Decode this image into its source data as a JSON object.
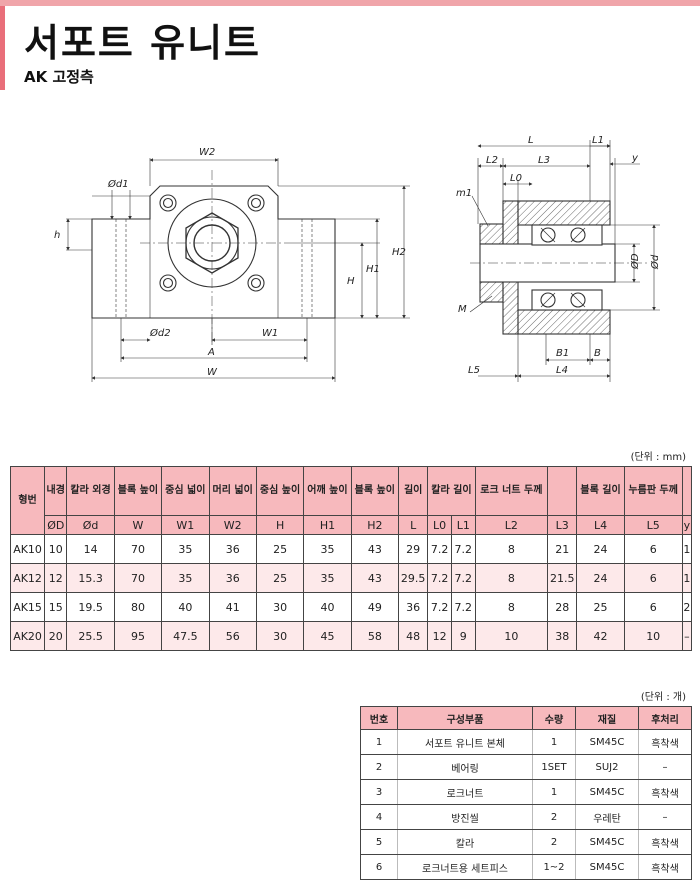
{
  "header": {
    "title": "서포트 유니트",
    "subtitle": "AK 고정측"
  },
  "drawing_labels": {
    "front": {
      "W2": "W2",
      "d1": "Ød1",
      "h": "h",
      "H": "H",
      "H1": "H1",
      "H2": "H2",
      "d2": "Ød2",
      "W1": "W1",
      "A": "A",
      "W": "W"
    },
    "side": {
      "L": "L",
      "L1": "L1",
      "L2": "L2",
      "L3": "L3",
      "y": "y",
      "L0": "L0",
      "m1": "m1",
      "D": "ØD",
      "d": "Ød",
      "M": "M",
      "B1": "B1",
      "B": "B",
      "L5": "L5",
      "L4": "L4"
    }
  },
  "spec_table": {
    "unit": "(단위 : mm)",
    "header_labels": [
      "형번",
      "내경",
      "칼라 외경",
      "블록 높이",
      "중심 넓이",
      "머리 넓이",
      "중심 높이",
      "어깨 높이",
      "블록 높이",
      "길이",
      "칼라 길이",
      "로크 너트 두께",
      "",
      "블록 길이",
      "누름판 두께",
      ""
    ],
    "header_symbols": [
      "ØD",
      "Ød",
      "W",
      "W1",
      "W2",
      "H",
      "H1",
      "H2",
      "L",
      "L0",
      "L1",
      "L2",
      "L3",
      "L4",
      "L5",
      "y"
    ],
    "rows": [
      [
        "AK10",
        "10",
        "14",
        "70",
        "35",
        "36",
        "25",
        "35",
        "43",
        "29",
        "7.2",
        "7.2",
        "8",
        "21",
        "24",
        "6",
        "1"
      ],
      [
        "AK12",
        "12",
        "15.3",
        "70",
        "35",
        "36",
        "25",
        "35",
        "43",
        "29.5",
        "7.2",
        "7.2",
        "8",
        "21.5",
        "24",
        "6",
        "1"
      ],
      [
        "AK15",
        "15",
        "19.5",
        "80",
        "40",
        "41",
        "30",
        "40",
        "49",
        "36",
        "7.2",
        "7.2",
        "8",
        "28",
        "25",
        "6",
        "2"
      ],
      [
        "AK20",
        "20",
        "25.5",
        "95",
        "47.5",
        "56",
        "30",
        "45",
        "58",
        "48",
        "12",
        "9",
        "10",
        "38",
        "42",
        "10",
        "–"
      ]
    ]
  },
  "parts_table": {
    "unit": "(단위 : 개)",
    "headers": [
      "번호",
      "구성부품",
      "수량",
      "재질",
      "후처리"
    ],
    "rows": [
      [
        "1",
        "서포트 유니트 본체",
        "1",
        "SM45C",
        "흑착색"
      ],
      [
        "2",
        "베어링",
        "1SET",
        "SUJ2",
        "–"
      ],
      [
        "3",
        "로크너트",
        "1",
        "SM45C",
        "흑착색"
      ],
      [
        "4",
        "방진씰",
        "2",
        "우레탄",
        "–"
      ],
      [
        "5",
        "칼라",
        "2",
        "SM45C",
        "흑착색"
      ],
      [
        "6",
        "로크너트용 세트피스",
        "1~2",
        "SM45C",
        "흑착색"
      ]
    ]
  }
}
